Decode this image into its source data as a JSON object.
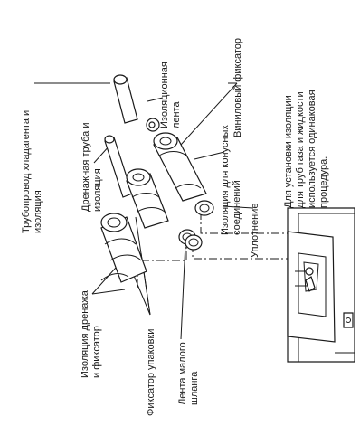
{
  "labels": {
    "refrigerant_pipe": [
      "Трубопровод хладагента и",
      "изоляция"
    ],
    "insulation_tape": [
      "Изоляционная",
      "лента"
    ],
    "vinyl_clamp": "Виниловый фиксатор",
    "cone_insulation": [
      "Изоляция для конусных",
      "соединений"
    ],
    "drain_pipe": [
      "Дренажная труба и",
      "изоляция"
    ],
    "seal": "Уплотнение",
    "note": [
      "Для установки изоляции",
      "для труб газа и жидкости",
      "используется одинаковая",
      "процедура."
    ],
    "drain_insulation": [
      "Изоляция дренажа",
      "и фиксатор"
    ],
    "packing_clamp": "Фиксатор упаковки",
    "hose_tape": [
      "Лента малого",
      "шланга"
    ]
  }
}
